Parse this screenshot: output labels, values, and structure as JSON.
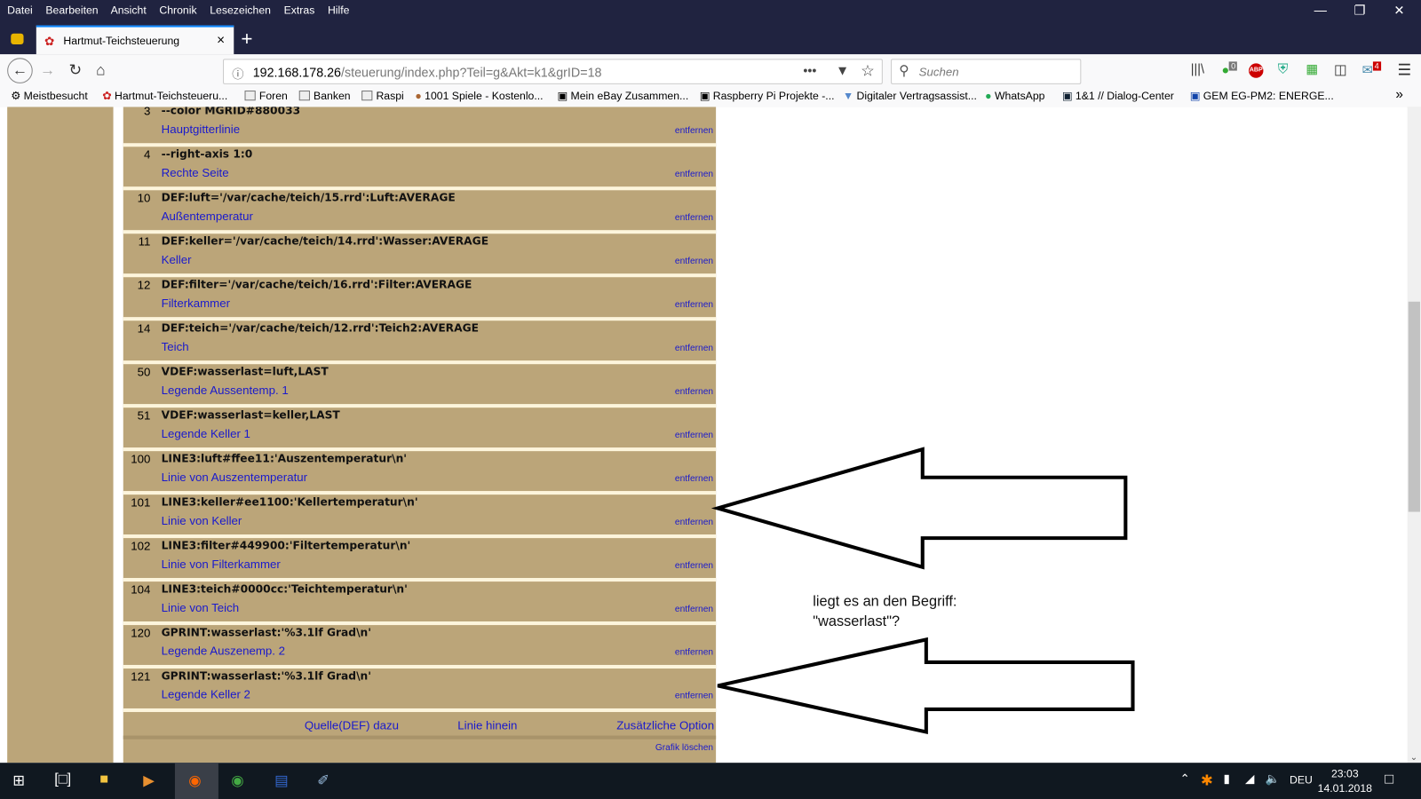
{
  "browser": {
    "menu": [
      "Datei",
      "Bearbeiten",
      "Ansicht",
      "Chronik",
      "Lesezeichen",
      "Extras",
      "Hilfe"
    ],
    "tab_title": "Hartmut-Teichsteuerung",
    "url_host": "192.168.178.26",
    "url_path": "/steuerung/index.php?Teil=g&Akt=k1&grID=18",
    "search_placeholder": "Suchen",
    "badges": {
      "green": "0",
      "mail": "4"
    },
    "bookmarks": [
      "Meistbesucht",
      "Hartmut-Teichsteueru...",
      "Foren",
      "Banken",
      "Raspi",
      "1001 Spiele - Kostenlo...",
      "Mein eBay Zusammen...",
      "Raspberry Pi Projekte -...",
      "Digitaler Vertragsassist...",
      "WhatsApp",
      "1&1 // Dialog-Center",
      "GEM EG-PM2: ENERGE..."
    ]
  },
  "rows": [
    {
      "num": "3",
      "cmd": "--color MGRID#880033",
      "desc": "Hauptgitterlinie",
      "remove": "entfernen"
    },
    {
      "num": "4",
      "cmd": "--right-axis 1:0",
      "desc": "Rechte Seite",
      "remove": "entfernen"
    },
    {
      "num": "10",
      "cmd": "DEF:luft='/var/cache/teich/15.rrd':Luft:AVERAGE",
      "desc": "Außentemperatur",
      "remove": "entfernen"
    },
    {
      "num": "11",
      "cmd": "DEF:keller='/var/cache/teich/14.rrd':Wasser:AVERAGE",
      "desc": "Keller",
      "remove": "entfernen"
    },
    {
      "num": "12",
      "cmd": "DEF:filter='/var/cache/teich/16.rrd':Filter:AVERAGE",
      "desc": "Filterkammer",
      "remove": "entfernen"
    },
    {
      "num": "14",
      "cmd": "DEF:teich='/var/cache/teich/12.rrd':Teich2:AVERAGE",
      "desc": "Teich",
      "remove": "entfernen"
    },
    {
      "num": "50",
      "cmd": "VDEF:wasserlast=luft,LAST",
      "desc": "Legende Aussentemp. 1",
      "remove": "entfernen"
    },
    {
      "num": "51",
      "cmd": "VDEF:wasserlast=keller,LAST",
      "desc": "Legende Keller 1",
      "remove": "entfernen"
    },
    {
      "num": "100",
      "cmd": "LINE3:luft#ffee11:'Auszentemperatur\\n'",
      "desc": "Linie von Auszentemperatur",
      "remove": "entfernen"
    },
    {
      "num": "101",
      "cmd": "LINE3:keller#ee1100:'Kellertemperatur\\n'",
      "desc": "Linie von Keller",
      "remove": "entfernen"
    },
    {
      "num": "102",
      "cmd": "LINE3:filter#449900:'Filtertemperatur\\n'",
      "desc": "Linie von Filterkammer",
      "remove": "entfernen"
    },
    {
      "num": "104",
      "cmd": "LINE3:teich#0000cc:'Teichtemperatur\\n'",
      "desc": "Linie von Teich",
      "remove": "entfernen"
    },
    {
      "num": "120",
      "cmd": "GPRINT:wasserlast:'%3.1lf Grad\\n'",
      "desc": "Legende Auszenemp. 2",
      "remove": "entfernen"
    },
    {
      "num": "121",
      "cmd": "GPRINT:wasserlast:'%3.1lf Grad\\n'",
      "desc": "Legende Keller 2",
      "remove": "entfernen"
    }
  ],
  "actions": {
    "add_source": "Quelle(DEF) dazu",
    "add_line": "Linie hinein",
    "extra_option": "Zusätzliche Option",
    "delete_graph": "Grafik löschen"
  },
  "annotation": {
    "line1": "liegt es an den Begriff:",
    "line2": "\"wasserlast\"?"
  },
  "taskbar": {
    "lang": "DEU",
    "time": "23:03",
    "date": "14.01.2018"
  }
}
